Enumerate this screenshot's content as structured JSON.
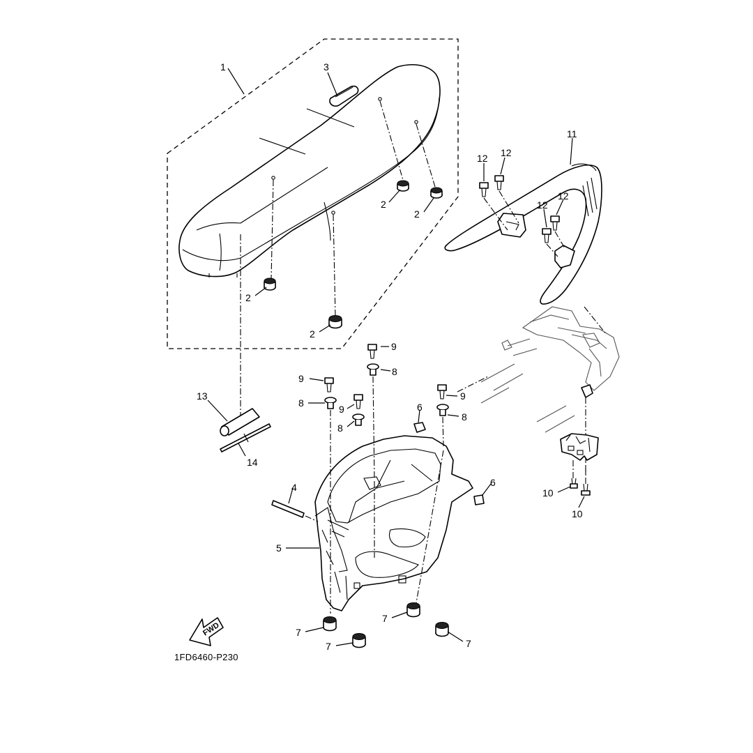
{
  "callouts": {
    "c1": "1",
    "c2": "2",
    "c3": "3",
    "c4": "4",
    "c5": "5",
    "c6": "6",
    "c7": "7",
    "c8": "8",
    "c9": "9",
    "c10": "10",
    "c11": "11",
    "c12": "12",
    "c13": "13",
    "c14": "14"
  },
  "fwd_label": "FWD",
  "diagram_code": "1FD6460-P230"
}
